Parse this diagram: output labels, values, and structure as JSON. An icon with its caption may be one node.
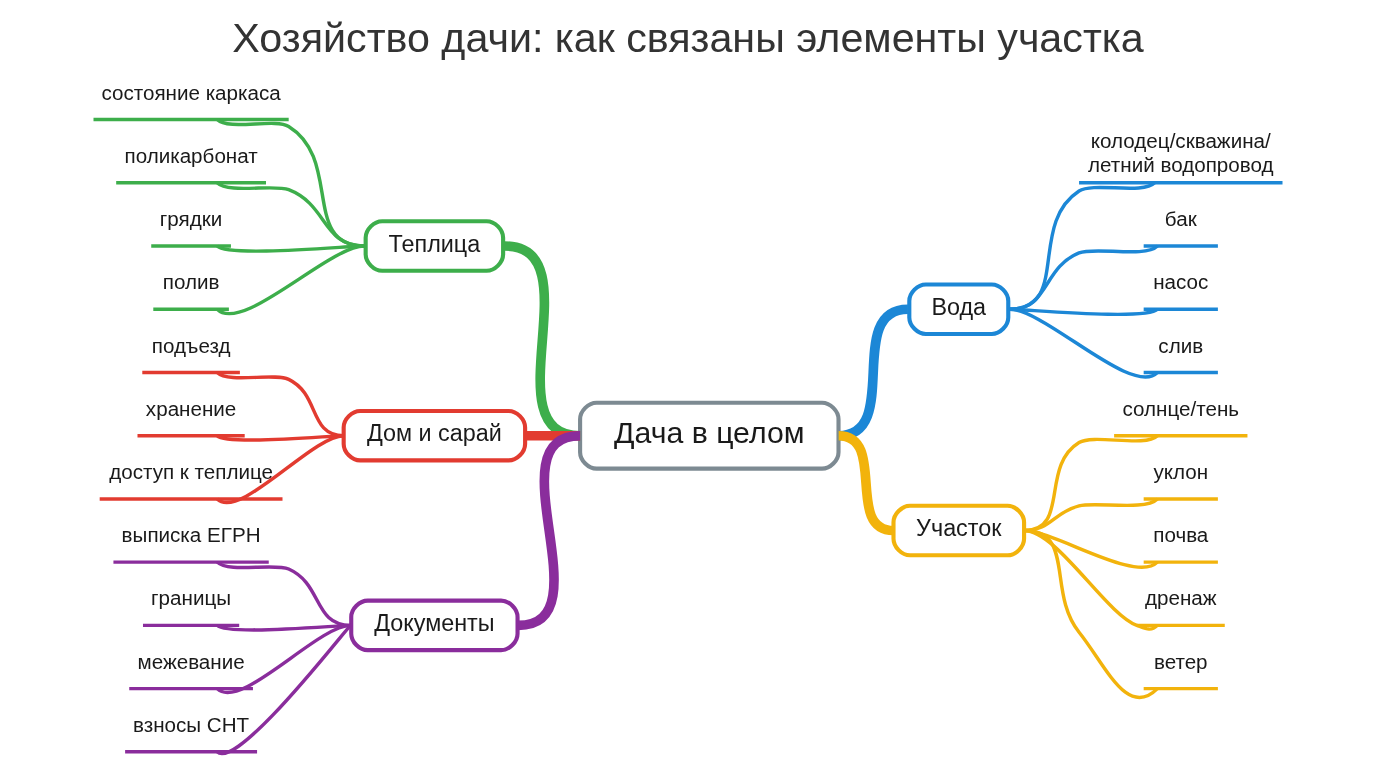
{
  "diagram": {
    "title": "Хозяйство дачи: как связаны элементы участка",
    "nodes": [
      {
        "text": [
          "Дача в целом"
        ]
      },
      {
        "text": [
          "Теплица"
        ]
      },
      {
        "text": [
          "состояние каркаса"
        ]
      },
      {
        "text": [
          "поликарбонат"
        ]
      },
      {
        "text": [
          "грядки"
        ]
      },
      {
        "text": [
          "полив"
        ]
      },
      {
        "text": [
          "Дом и сарай"
        ]
      },
      {
        "text": [
          "подъезд"
        ]
      },
      {
        "text": [
          "хранение"
        ]
      },
      {
        "text": [
          "доступ к теплице"
        ]
      },
      {
        "text": [
          "Документы"
        ]
      },
      {
        "text": [
          "выписка ЕГРН"
        ]
      },
      {
        "text": [
          "границы"
        ]
      },
      {
        "text": [
          "межевание"
        ]
      },
      {
        "text": [
          "взносы СНТ"
        ]
      },
      {
        "text": [
          "Вода"
        ]
      },
      {
        "text": [
          "колодец/скважина/ летний водопровод"
        ]
      },
      {
        "text": [
          "бак"
        ]
      },
      {
        "text": [
          "насос"
        ]
      },
      {
        "text": [
          "слив"
        ]
      },
      {
        "text": [
          "Участок"
        ]
      },
      {
        "text": [
          "солнце/тень"
        ]
      },
      {
        "text": [
          "уклон"
        ]
      },
      {
        "text": [
          "почва"
        ]
      },
      {
        "text": [
          "дренаж"
        ]
      },
      {
        "text": [
          "ветер"
        ]
      }
    ],
    "edges": [
      {
        "from": 0,
        "to": 1,
        "arrow": "none",
        "style": "thick",
        "color": "#3dae4b"
      },
      {
        "from": 1,
        "to": 2,
        "arrow": "none",
        "color": "#3dae4b"
      },
      {
        "from": 1,
        "to": 3,
        "arrow": "none",
        "color": "#3dae4b"
      },
      {
        "from": 1,
        "to": 4,
        "arrow": "none",
        "color": "#3dae4b"
      },
      {
        "from": 1,
        "to": 5,
        "arrow": "none",
        "color": "#3dae4b"
      },
      {
        "from": 0,
        "to": 6,
        "arrow": "none",
        "style": "thick",
        "color": "#e23b30"
      },
      {
        "from": 6,
        "to": 7,
        "arrow": "none",
        "color": "#e23b30"
      },
      {
        "from": 6,
        "to": 8,
        "arrow": "none",
        "color": "#e23b30"
      },
      {
        "from": 6,
        "to": 9,
        "arrow": "none",
        "color": "#e23b30"
      },
      {
        "from": 0,
        "to": 10,
        "arrow": "none",
        "style": "thick",
        "color": "#8a2d9c"
      },
      {
        "from": 10,
        "to": 11,
        "arrow": "none",
        "color": "#8a2d9c"
      },
      {
        "from": 10,
        "to": 12,
        "arrow": "none",
        "color": "#8a2d9c"
      },
      {
        "from": 10,
        "to": 13,
        "arrow": "none",
        "color": "#8a2d9c"
      },
      {
        "from": 10,
        "to": 14,
        "arrow": "none",
        "color": "#8a2d9c"
      },
      {
        "from": 0,
        "to": 15,
        "arrow": "none",
        "style": "thick",
        "color": "#1c87d6"
      },
      {
        "from": 15,
        "to": 16,
        "arrow": "none",
        "color": "#1c87d6"
      },
      {
        "from": 15,
        "to": 17,
        "arrow": "none",
        "color": "#1c87d6"
      },
      {
        "from": 15,
        "to": 18,
        "arrow": "none",
        "color": "#1c87d6"
      },
      {
        "from": 15,
        "to": 19,
        "arrow": "none",
        "color": "#1c87d6"
      },
      {
        "from": 0,
        "to": 20,
        "arrow": "none",
        "style": "thick",
        "color": "#f2b30c"
      },
      {
        "from": 20,
        "to": 21,
        "arrow": "none",
        "color": "#f2b30c"
      },
      {
        "from": 20,
        "to": 22,
        "arrow": "none",
        "color": "#f2b30c"
      },
      {
        "from": 20,
        "to": 23,
        "arrow": "none",
        "color": "#f2b30c"
      },
      {
        "from": 20,
        "to": 24,
        "arrow": "none",
        "color": "#f2b30c"
      },
      {
        "from": 20,
        "to": 25,
        "arrow": "none",
        "color": "#f2b30c"
      }
    ]
  }
}
